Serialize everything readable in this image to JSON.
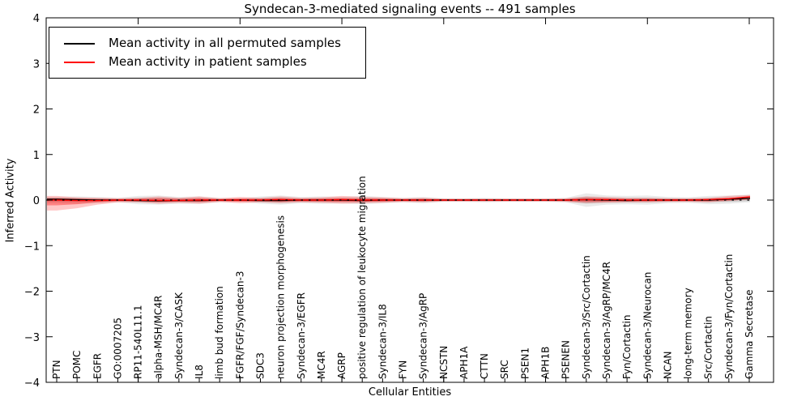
{
  "chart_data": {
    "type": "line",
    "title": "Syndecan-3-mediated signaling events -- 491 samples",
    "xlabel": "Cellular Entities",
    "ylabel": "Inferred Activity",
    "ylim": [
      -4,
      4
    ],
    "yticks": [
      4,
      3,
      2,
      1,
      0,
      -1,
      -2,
      -3,
      -4
    ],
    "grid": false,
    "legend_position": "upper left",
    "zero_line_style": "dotted",
    "major_xtick_indices": [
      4,
      9,
      14,
      19,
      24,
      29,
      34
    ],
    "categories": [
      "PTN",
      "POMC",
      "EGFR",
      "GO:0007205",
      "RP11-540L11.1",
      "alpha-MSH/MC4R",
      "Syndecan-3/CASK",
      "IL8",
      "limb bud formation",
      "FGFR/FGF/Syndecan-3",
      "SDC3",
      "neuron projection morphogenesis",
      "Syndecan-3/EGFR",
      "MC4R",
      "AGRP",
      "positive regulation of leukocyte migration",
      "Syndecan-3/IL8",
      "FYN",
      "Syndecan-3/AgRP",
      "NCSTN",
      "APH1A",
      "CTTN",
      "SRC",
      "PSEN1",
      "APH1B",
      "PSENEN",
      "Syndecan-3/Src/Cortactin",
      "Syndecan-3/AgRP/MC4R",
      "Fyn/Cortactin",
      "Syndecan-3/Neurocan",
      "NCAN",
      "long-term memory",
      "Src/Cortactin",
      "Syndecan-3/Fyn/Cortactin",
      "Gamma Secretase"
    ],
    "series": [
      {
        "name": "Mean activity in all permuted samples",
        "color": "#000000",
        "values": [
          0.02,
          0.01,
          0.0,
          0.0,
          -0.01,
          -0.02,
          -0.01,
          -0.01,
          0.0,
          0.0,
          -0.01,
          -0.01,
          0.0,
          0.0,
          0.0,
          -0.01,
          0.0,
          0.0,
          0.0,
          0.0,
          0.0,
          0.0,
          0.0,
          0.0,
          0.0,
          0.0,
          0.01,
          0.0,
          -0.01,
          0.0,
          0.0,
          0.0,
          0.0,
          0.02,
          0.04
        ]
      },
      {
        "name": "Mean activity in patient samples",
        "color": "#ff0000",
        "values": [
          0.0,
          -0.01,
          -0.01,
          0.0,
          0.0,
          -0.01,
          -0.01,
          0.0,
          0.0,
          0.0,
          0.0,
          0.01,
          0.0,
          0.0,
          0.01,
          0.0,
          0.0,
          0.0,
          0.0,
          0.0,
          0.0,
          0.0,
          0.0,
          0.0,
          0.0,
          0.0,
          0.01,
          0.01,
          0.0,
          0.0,
          0.0,
          0.0,
          0.01,
          0.03,
          0.07
        ]
      }
    ],
    "bands": [
      {
        "name": "permuted-samples-spread",
        "color": "#888888",
        "opacity": 0.18,
        "upper": [
          0.07,
          0.08,
          0.07,
          0.05,
          0.09,
          0.1,
          0.07,
          0.08,
          0.05,
          0.04,
          0.08,
          0.1,
          0.07,
          0.08,
          0.07,
          0.09,
          0.07,
          0.05,
          0.07,
          0.04,
          0.04,
          0.05,
          0.04,
          0.04,
          0.04,
          0.05,
          0.15,
          0.1,
          0.09,
          0.1,
          0.07,
          0.06,
          0.09,
          0.1,
          0.12
        ],
        "lower": [
          -0.07,
          -0.08,
          -0.07,
          -0.05,
          -0.09,
          -0.1,
          -0.08,
          -0.08,
          -0.05,
          -0.04,
          -0.08,
          -0.1,
          -0.07,
          -0.08,
          -0.07,
          -0.09,
          -0.07,
          -0.05,
          -0.07,
          -0.04,
          -0.04,
          -0.05,
          -0.04,
          -0.04,
          -0.04,
          -0.05,
          -0.15,
          -0.1,
          -0.09,
          -0.1,
          -0.07,
          -0.06,
          -0.09,
          -0.08,
          -0.05
        ]
      },
      {
        "name": "patient-samples-spread",
        "color": "#ff0000",
        "opacity": 0.22,
        "upper": [
          0.09,
          0.06,
          0.05,
          0.04,
          0.05,
          0.08,
          0.05,
          0.08,
          0.04,
          0.07,
          0.05,
          0.08,
          0.05,
          0.06,
          0.09,
          0.07,
          0.06,
          0.04,
          0.05,
          0.03,
          0.03,
          0.03,
          0.03,
          0.03,
          0.03,
          0.04,
          0.08,
          0.07,
          0.05,
          0.05,
          0.04,
          0.04,
          0.05,
          0.09,
          0.11
        ],
        "lower": [
          -0.23,
          -0.18,
          -0.1,
          -0.05,
          -0.05,
          -0.08,
          -0.06,
          -0.08,
          -0.04,
          -0.07,
          -0.05,
          -0.07,
          -0.05,
          -0.06,
          -0.08,
          -0.07,
          -0.06,
          -0.04,
          -0.05,
          -0.03,
          -0.03,
          -0.03,
          -0.03,
          -0.03,
          -0.03,
          -0.04,
          -0.07,
          -0.06,
          -0.05,
          -0.05,
          -0.04,
          -0.04,
          -0.05,
          -0.02,
          0.02
        ]
      }
    ]
  }
}
